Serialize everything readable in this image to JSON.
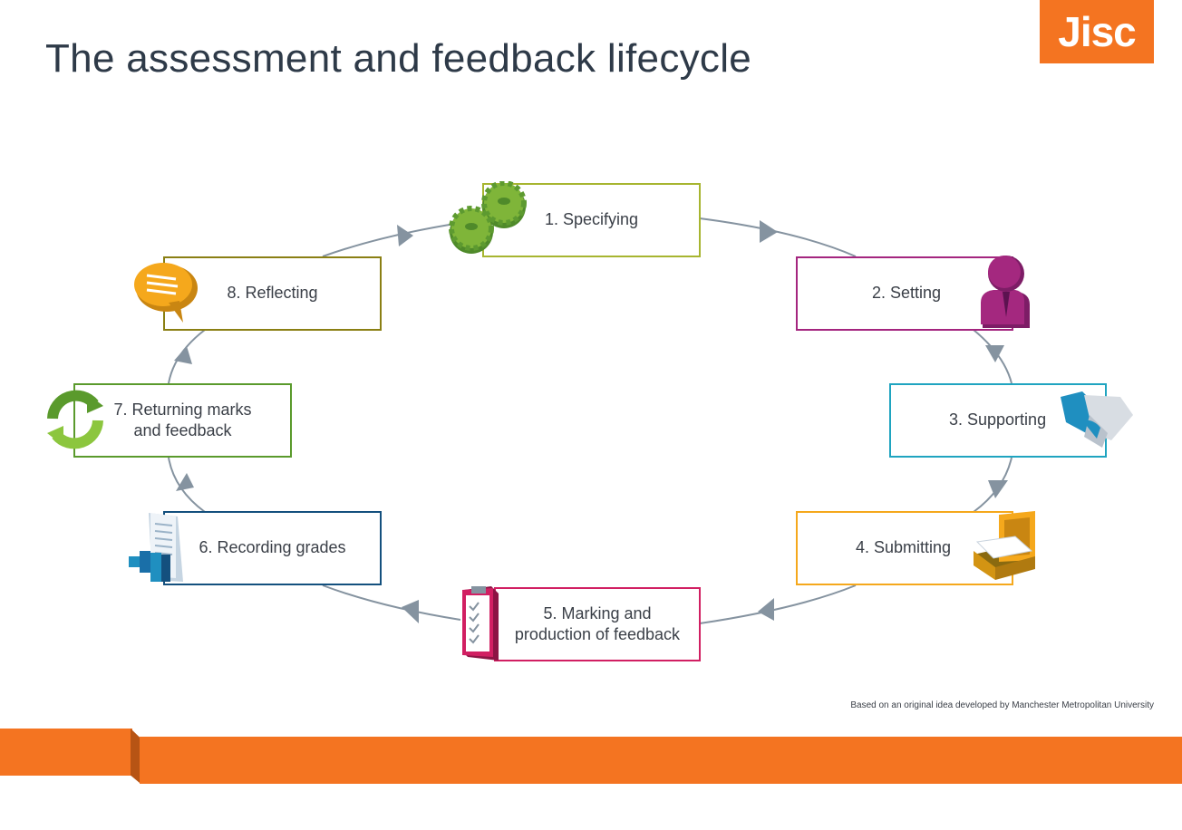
{
  "title": "The assessment and feedback lifecycle",
  "logo": {
    "text": "Jisc",
    "color": "#f47421"
  },
  "credit": "Based on an original idea developed by Manchester Metropolitan University",
  "stages": [
    {
      "label": "1. Specifying",
      "color": "#a7b530",
      "icon": "gears-icon"
    },
    {
      "label": "2. Setting",
      "color": "#a4257f",
      "icon": "person-icon"
    },
    {
      "label": "3. Supporting",
      "color": "#1fa4c0",
      "icon": "handshake-icon"
    },
    {
      "label": "4. Submitting",
      "color": "#f5a81c",
      "icon": "briefcase-icon"
    },
    {
      "label": "5. Marking and\nproduction of feedback",
      "color": "#d11f62",
      "icon": "clipboard-icon"
    },
    {
      "label": "6. Recording grades",
      "color": "#14507e",
      "icon": "bar-chart-document-icon"
    },
    {
      "label": "7. Returning marks\nand feedback",
      "color": "#5a9a2c",
      "icon": "cycle-arrows-icon"
    },
    {
      "label": "8. Reflecting",
      "color": "#8a7f13",
      "icon": "speech-bubble-icon"
    }
  ],
  "colors": {
    "accent": "#f47421",
    "cycle_line": "#8593a0"
  }
}
